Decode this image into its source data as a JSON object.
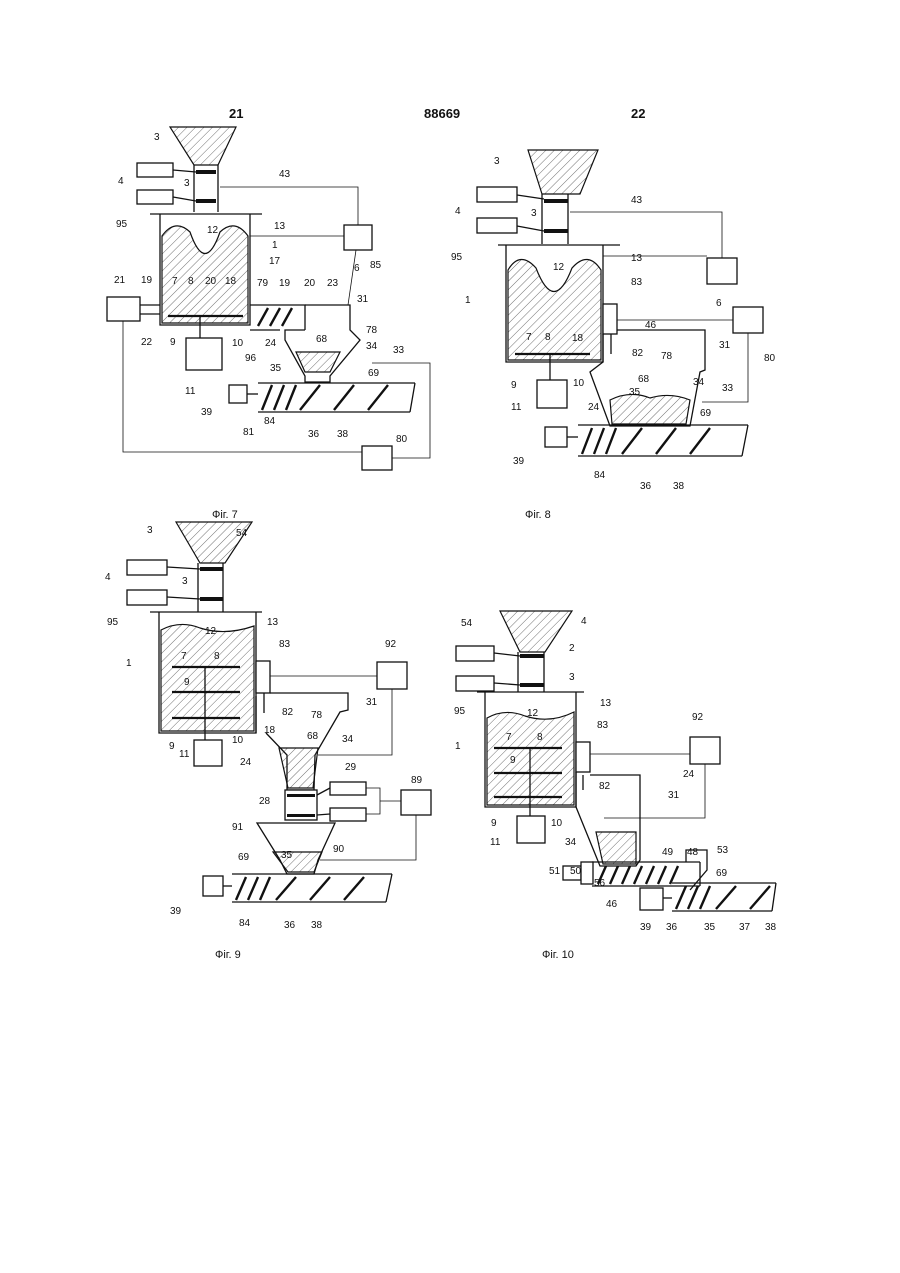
{
  "header": {
    "page_left": "21",
    "doc_number": "88669",
    "page_right": "22"
  },
  "figures": {
    "fig7": {
      "caption": "Фіг. 7",
      "labels": [
        "3",
        "3",
        "4",
        "43",
        "95",
        "12",
        "13",
        "1",
        "6",
        "85",
        "21",
        "19",
        "7",
        "8",
        "20",
        "18",
        "17",
        "79",
        "19",
        "20",
        "23",
        "31",
        "22",
        "9",
        "10",
        "24",
        "78",
        "68",
        "34",
        "33",
        "11",
        "96",
        "35",
        "69",
        "39",
        "84",
        "36",
        "38",
        "81",
        "80"
      ]
    },
    "fig8": {
      "caption": "Фіг. 8",
      "labels": [
        "3",
        "4",
        "3",
        "43",
        "95",
        "12",
        "13",
        "1",
        "83",
        "6",
        "80",
        "46",
        "7",
        "8",
        "18",
        "82",
        "78",
        "31",
        "9",
        "10",
        "68",
        "34",
        "33",
        "11",
        "24",
        "35",
        "69",
        "39",
        "84",
        "36",
        "38"
      ]
    },
    "fig9": {
      "caption": "Фіг. 9",
      "labels": [
        "3",
        "54",
        "4",
        "3",
        "95",
        "13",
        "12",
        "83",
        "92",
        "1",
        "7",
        "8",
        "9",
        "82",
        "78",
        "31",
        "18",
        "9",
        "10",
        "68",
        "34",
        "11",
        "24",
        "29",
        "28",
        "89",
        "91",
        "90",
        "35",
        "69",
        "39",
        "84",
        "36",
        "38"
      ]
    },
    "fig10": {
      "caption": "Фіг. 10",
      "labels": [
        "54",
        "4",
        "2",
        "3",
        "13",
        "95",
        "12",
        "83",
        "92",
        "1",
        "7",
        "8",
        "9",
        "82",
        "24",
        "31",
        "9",
        "10",
        "11",
        "34",
        "49",
        "48",
        "53",
        "69",
        "51",
        "50",
        "56",
        "46",
        "39",
        "36",
        "35",
        "37",
        "38"
      ]
    }
  }
}
